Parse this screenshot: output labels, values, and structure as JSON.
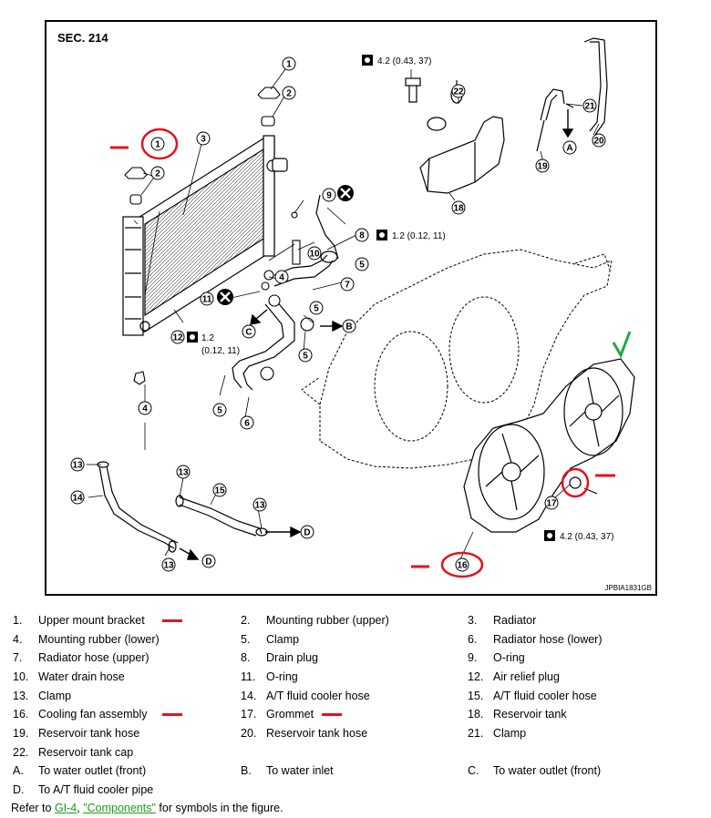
{
  "diagram": {
    "section": "SEC. 214",
    "code": "JPBIA1831GB",
    "torques": [
      {
        "id": "top",
        "text": "4.2 (0.43, 37)"
      },
      {
        "id": "drain",
        "text": "1.2 (0.12, 11)"
      },
      {
        "id": "air1",
        "text": "1.2"
      },
      {
        "id": "air2",
        "text": "(0.12, 11)"
      },
      {
        "id": "fan",
        "text": "4.2 (0.43, 37)"
      }
    ],
    "callouts": [
      "1",
      "2",
      "1",
      "2",
      "3",
      "9",
      "8",
      "10",
      "5",
      "4",
      "7",
      "5",
      "11",
      "12",
      "5",
      "5",
      "6",
      "4",
      "13",
      "14",
      "13",
      "15",
      "13",
      "13",
      "16",
      "17",
      "18",
      "19",
      "20",
      "21",
      "22"
    ],
    "letter_callouts": [
      "A",
      "B",
      "C",
      "D",
      "D"
    ]
  },
  "legend": [
    {
      "n": "1.",
      "t": "Upper mount bracket"
    },
    {
      "n": "2.",
      "t": "Mounting rubber (upper)"
    },
    {
      "n": "3.",
      "t": "Radiator"
    },
    {
      "n": "4.",
      "t": "Mounting rubber (lower)"
    },
    {
      "n": "5.",
      "t": "Clamp"
    },
    {
      "n": "6.",
      "t": "Radiator hose (lower)"
    },
    {
      "n": "7.",
      "t": "Radiator hose (upper)"
    },
    {
      "n": "8.",
      "t": "Drain plug"
    },
    {
      "n": "9.",
      "t": "O-ring"
    },
    {
      "n": "10.",
      "t": "Water drain hose"
    },
    {
      "n": "11.",
      "t": "O-ring"
    },
    {
      "n": "12.",
      "t": "Air relief plug"
    },
    {
      "n": "13.",
      "t": "Clamp"
    },
    {
      "n": "14.",
      "t": "A/T fluid cooler hose"
    },
    {
      "n": "15.",
      "t": "A/T fluid cooler hose"
    },
    {
      "n": "16.",
      "t": "Cooling fan assembly"
    },
    {
      "n": "17.",
      "t": "Grommet"
    },
    {
      "n": "18.",
      "t": "Reservoir tank"
    },
    {
      "n": "19.",
      "t": "Reservoir tank hose"
    },
    {
      "n": "20.",
      "t": "Reservoir tank hose"
    },
    {
      "n": "21.",
      "t": "Clamp"
    },
    {
      "n": "22.",
      "t": "Reservoir tank cap"
    },
    {
      "n": "A.",
      "t": "To water outlet (front)"
    },
    {
      "n": "B.",
      "t": "To water inlet"
    },
    {
      "n": "C.",
      "t": "To water outlet (front)"
    },
    {
      "n": "D.",
      "t": "To A/T fluid cooler pipe"
    }
  ],
  "refer": {
    "prefix": "Refer to ",
    "link1": "GI-4",
    "sep": ", ",
    "link2": "\"Components\"",
    "suffix": " for symbols in the figure."
  },
  "colors": {
    "markup_red": "#e0141e",
    "check_green": "#22a84a",
    "link_green": "#1a9e1a",
    "line": "#000000"
  }
}
